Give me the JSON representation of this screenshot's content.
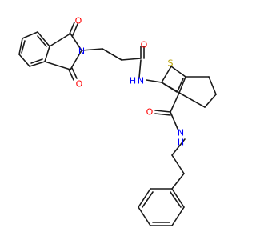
{
  "molecule": {
    "atom_labels": {
      "o_top": "O",
      "n_imide": "N",
      "o_bottom": "O",
      "o_amide1": "O",
      "nh_amide1": "N",
      "h_amide1": "H",
      "s_thiophene": "S",
      "o_amide2": "O",
      "nh_amide2": "N",
      "h_amide2": "H"
    },
    "colors": {
      "bond": "#1a1a1a",
      "oxygen": "#ff0000",
      "nitrogen": "#0000ff",
      "sulfur": "#b8a000"
    }
  }
}
